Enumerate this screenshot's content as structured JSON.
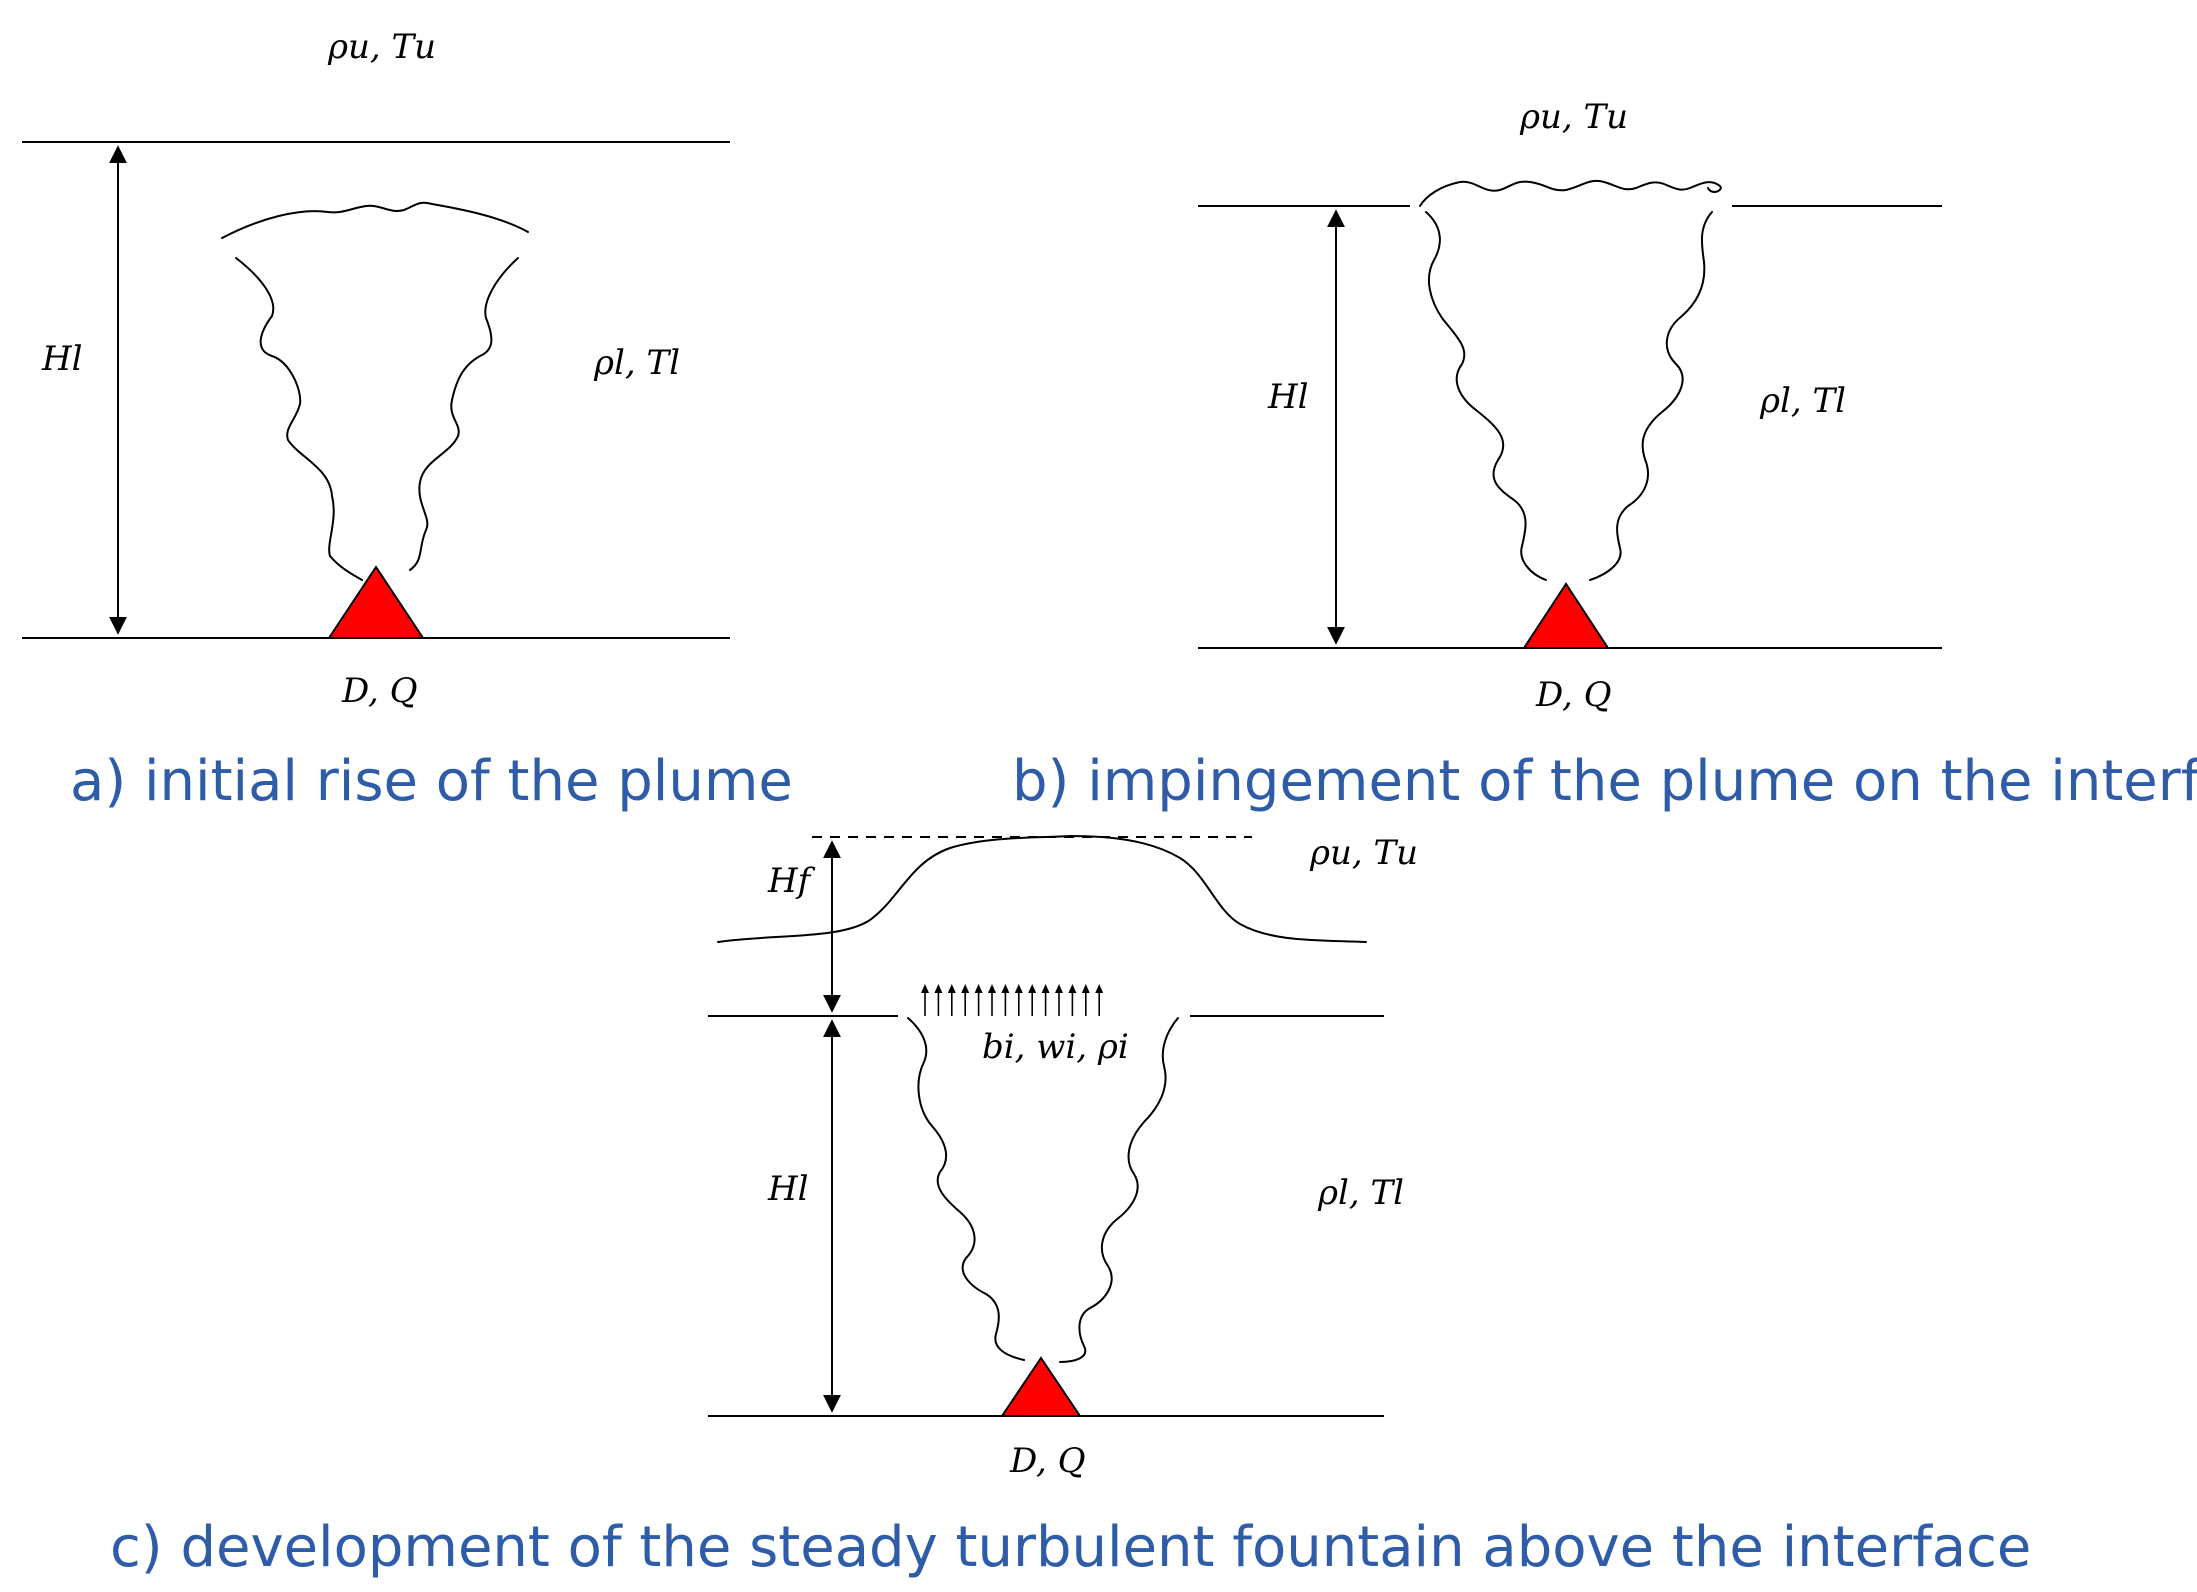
{
  "colors": {
    "caption": "#2e5ca8",
    "source": "#ff0000",
    "line": "#000000"
  },
  "panels": [
    {
      "upper_label": "ρu, Tu",
      "lower_label": "ρl, Tl",
      "height_label": "Hl",
      "source_label": "D, Q",
      "caption": "a) initial rise of the plume"
    },
    {
      "upper_label": "ρu, Tu",
      "lower_label": "ρl, Tl",
      "height_label": "Hl",
      "source_label": "D, Q",
      "caption": "b) impingement of the plume on the interface"
    },
    {
      "upper_label": "ρu, Tu",
      "lower_label": "ρl, Tl",
      "height_label": "Hl",
      "fountain_label": "Hf",
      "interface_label": "bi, wi, ρi",
      "source_label": "D, Q",
      "caption": "c) development of the steady turbulent fountain above the interface"
    }
  ]
}
